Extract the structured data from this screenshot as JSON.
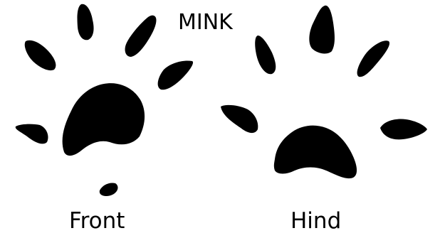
{
  "diagram": {
    "title": "MINK",
    "front_label": "Front",
    "hind_label": "Hind",
    "ink_color": "#000000",
    "background_color": "#ffffff"
  }
}
